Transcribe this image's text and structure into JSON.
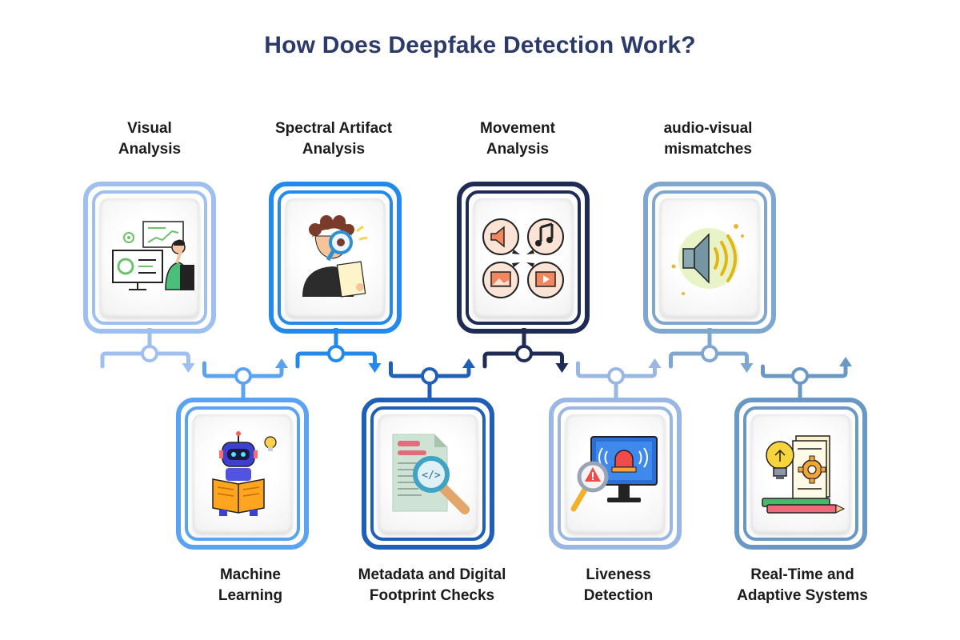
{
  "title": "How Does Deepfake Detection Work?",
  "steps": [
    {
      "line1": "Visual",
      "line2": "Analysis",
      "icon": "data-analyst-dashboard-icon",
      "color": "#9fbff0"
    },
    {
      "line1": "Machine",
      "line2": "Learning",
      "icon": "robot-reading-book-icon",
      "color": "#5aa3f3"
    },
    {
      "line1": "Spectral Artifact",
      "line2": "Analysis",
      "icon": "person-with-magnifier-icon",
      "color": "#2389ec"
    },
    {
      "line1": "Metadata and Digital",
      "line2": "Footprint Checks",
      "icon": "document-code-search-icon",
      "color": "#1f5fb8"
    },
    {
      "line1": "Movement",
      "line2": "Analysis",
      "icon": "media-bubbles-icon",
      "color": "#1e2b55"
    },
    {
      "line1": "Liveness",
      "line2": "Detection",
      "icon": "monitor-alarm-icon",
      "color": "#9ab6e2"
    },
    {
      "line1": "audio-visual",
      "line2": "mismatches",
      "icon": "speaker-icon",
      "color": "#7fa6cf"
    },
    {
      "line1": "Real-Time and",
      "line2": "Adaptive Systems",
      "icon": "idea-gear-document-icon",
      "color": "#6a98c4"
    }
  ]
}
